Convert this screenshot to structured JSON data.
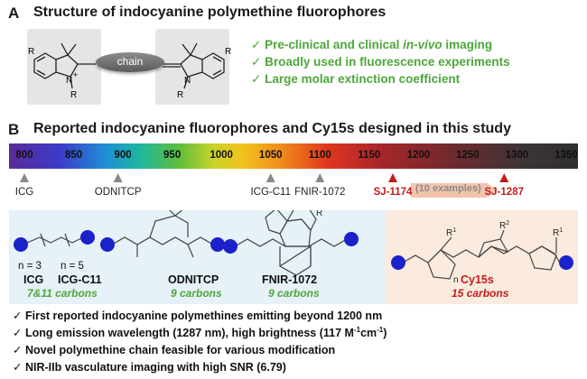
{
  "panel_a": {
    "letter": "A",
    "title": "Structure of indocyanine polymethine fluorophores",
    "chain_label": "chain",
    "atoms": {
      "r": "R",
      "n_plus": "N",
      "plus": "+",
      "n": "N"
    },
    "features": [
      {
        "check": "✓",
        "text": "Pre-clinical and clinical ",
        "italic": "in-vivo",
        "tail": " imaging"
      },
      {
        "check": "✓",
        "text": "Broadly used in fluorescence experiments",
        "italic": "",
        "tail": ""
      },
      {
        "check": "✓",
        "text": "Large molar extinction coefficient",
        "italic": "",
        "tail": ""
      }
    ]
  },
  "panel_b": {
    "letter": "B",
    "title": "Reported indocyanine fluorophores and Cy15s designed in this study",
    "spectrum_ticks": [
      "800",
      "850",
      "900",
      "950",
      "1000",
      "1050",
      "1100",
      "1150",
      "1200",
      "1250",
      "1300",
      "1350"
    ],
    "markers": [
      {
        "label": "ICG",
        "nm": 800,
        "color": "#8a8a8a",
        "red": false
      },
      {
        "label": "ODNITCP",
        "nm": 895,
        "color": "#8a8a8a",
        "red": false
      },
      {
        "label": "ICG-C11",
        "nm": 1050,
        "color": "#8a8a8a",
        "red": false
      },
      {
        "label": "FNIR-1072",
        "nm": 1100,
        "color": "#8a8a8a",
        "red": false
      },
      {
        "label": "SJ-1174",
        "nm": 1174,
        "color": "#c41c1c",
        "red": true
      },
      {
        "label": "SJ-1287",
        "nm": 1287,
        "color": "#c41c1c",
        "red": true
      }
    ],
    "examples_label": "(10 examples)",
    "molecules": [
      {
        "name": "ICG",
        "alt_name": "ICG-C11",
        "n_left": "n = 3",
        "n_right": "n = 5",
        "carbons": "7&11 carbons"
      },
      {
        "name": "ODNITCP",
        "carbons": "9 carbons"
      },
      {
        "name": "FNIR-1072",
        "carbons": "9 carbons",
        "r_label": "R"
      },
      {
        "name": "Cy15s",
        "carbons": "15 carbons",
        "r1": "R",
        "r2": "R",
        "sup1": "1",
        "sup2": "2",
        "n": "n"
      }
    ],
    "conclusions": [
      {
        "check": "✓",
        "text": "First reported indocyanine polymethines emitting beyond 1200 nm"
      },
      {
        "check": "✓",
        "text": "Long emission wavelength (1287 nm), high brightness (117 M",
        "sup1": "-1",
        "mid": "cm",
        "sup2": "-1",
        "tail": ")"
      },
      {
        "check": "✓",
        "text": "Novel polymethine chain feasible for various modification"
      },
      {
        "check": "✓",
        "text": "NIR-IIb vasculature imaging with high SNR (6.79)"
      }
    ]
  },
  "colors": {
    "green": "#4ea63a",
    "red": "#c41c1c",
    "blue_panel": "#e6f1f8",
    "peach_panel": "#fbebde",
    "gray_box": "#e5e5e5",
    "blue_ball": "#1b22c9"
  }
}
